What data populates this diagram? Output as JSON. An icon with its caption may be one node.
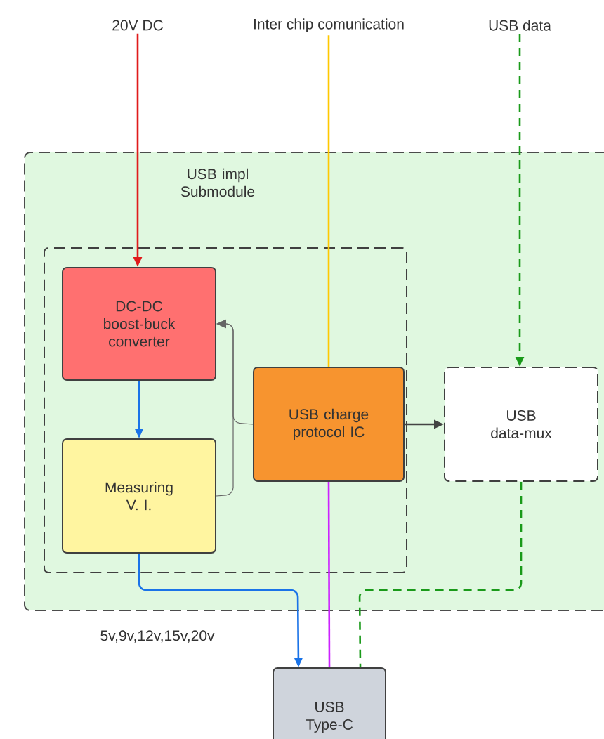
{
  "diagram": {
    "nodes": [
      {
        "text": [
          "20V DC"
        ]
      },
      {
        "text": [
          "Inter chip comunication"
        ]
      },
      {
        "text": [
          "USB data"
        ]
      },
      {
        "text": [
          "USB impl Submodule"
        ]
      },
      {
        "text": [],
        "shape": "box",
        "in": 3
      },
      {
        "text": [
          "DC-DC boost-buck converter"
        ],
        "in": 4
      },
      {
        "text": [
          "Measuring V. I."
        ],
        "in": 4
      },
      {
        "text": [
          "USB charge protocol IC"
        ],
        "in": 4
      },
      {
        "text": [
          "USB data-mux"
        ],
        "in": 3
      },
      {
        "text": [
          "USB Type-C"
        ]
      }
    ],
    "edges": [
      {
        "from": 0,
        "to": 5,
        "arrow": "to",
        "color": "#e01b1b"
      },
      {
        "from": 1,
        "to": 7,
        "arrow": "none",
        "color": "#ffc800"
      },
      {
        "from": 2,
        "to": 8,
        "arrow": "to",
        "style": "dashed",
        "color": "#1a9a1a"
      },
      {
        "from": 5,
        "to": 6,
        "arrow": "to",
        "color": "#1a73e8"
      },
      {
        "from": 7,
        "to": 5,
        "arrow": "to",
        "color": "#666666"
      },
      {
        "from": 6,
        "to": 5,
        "arrow": "to",
        "color": "#666666"
      },
      {
        "from": 7,
        "to": 8,
        "arrow": "to"
      },
      {
        "from": 6,
        "to": 9,
        "arrow": "to",
        "label": "5v,9v,12v,15v,20v",
        "color": "#1a73e8"
      },
      {
        "from": 7,
        "to": 9,
        "arrow": "none",
        "color": "#cc22ff"
      },
      {
        "from": 8,
        "to": 9,
        "arrow": "none",
        "style": "dashed",
        "color": "#1a9a1a"
      }
    ]
  }
}
